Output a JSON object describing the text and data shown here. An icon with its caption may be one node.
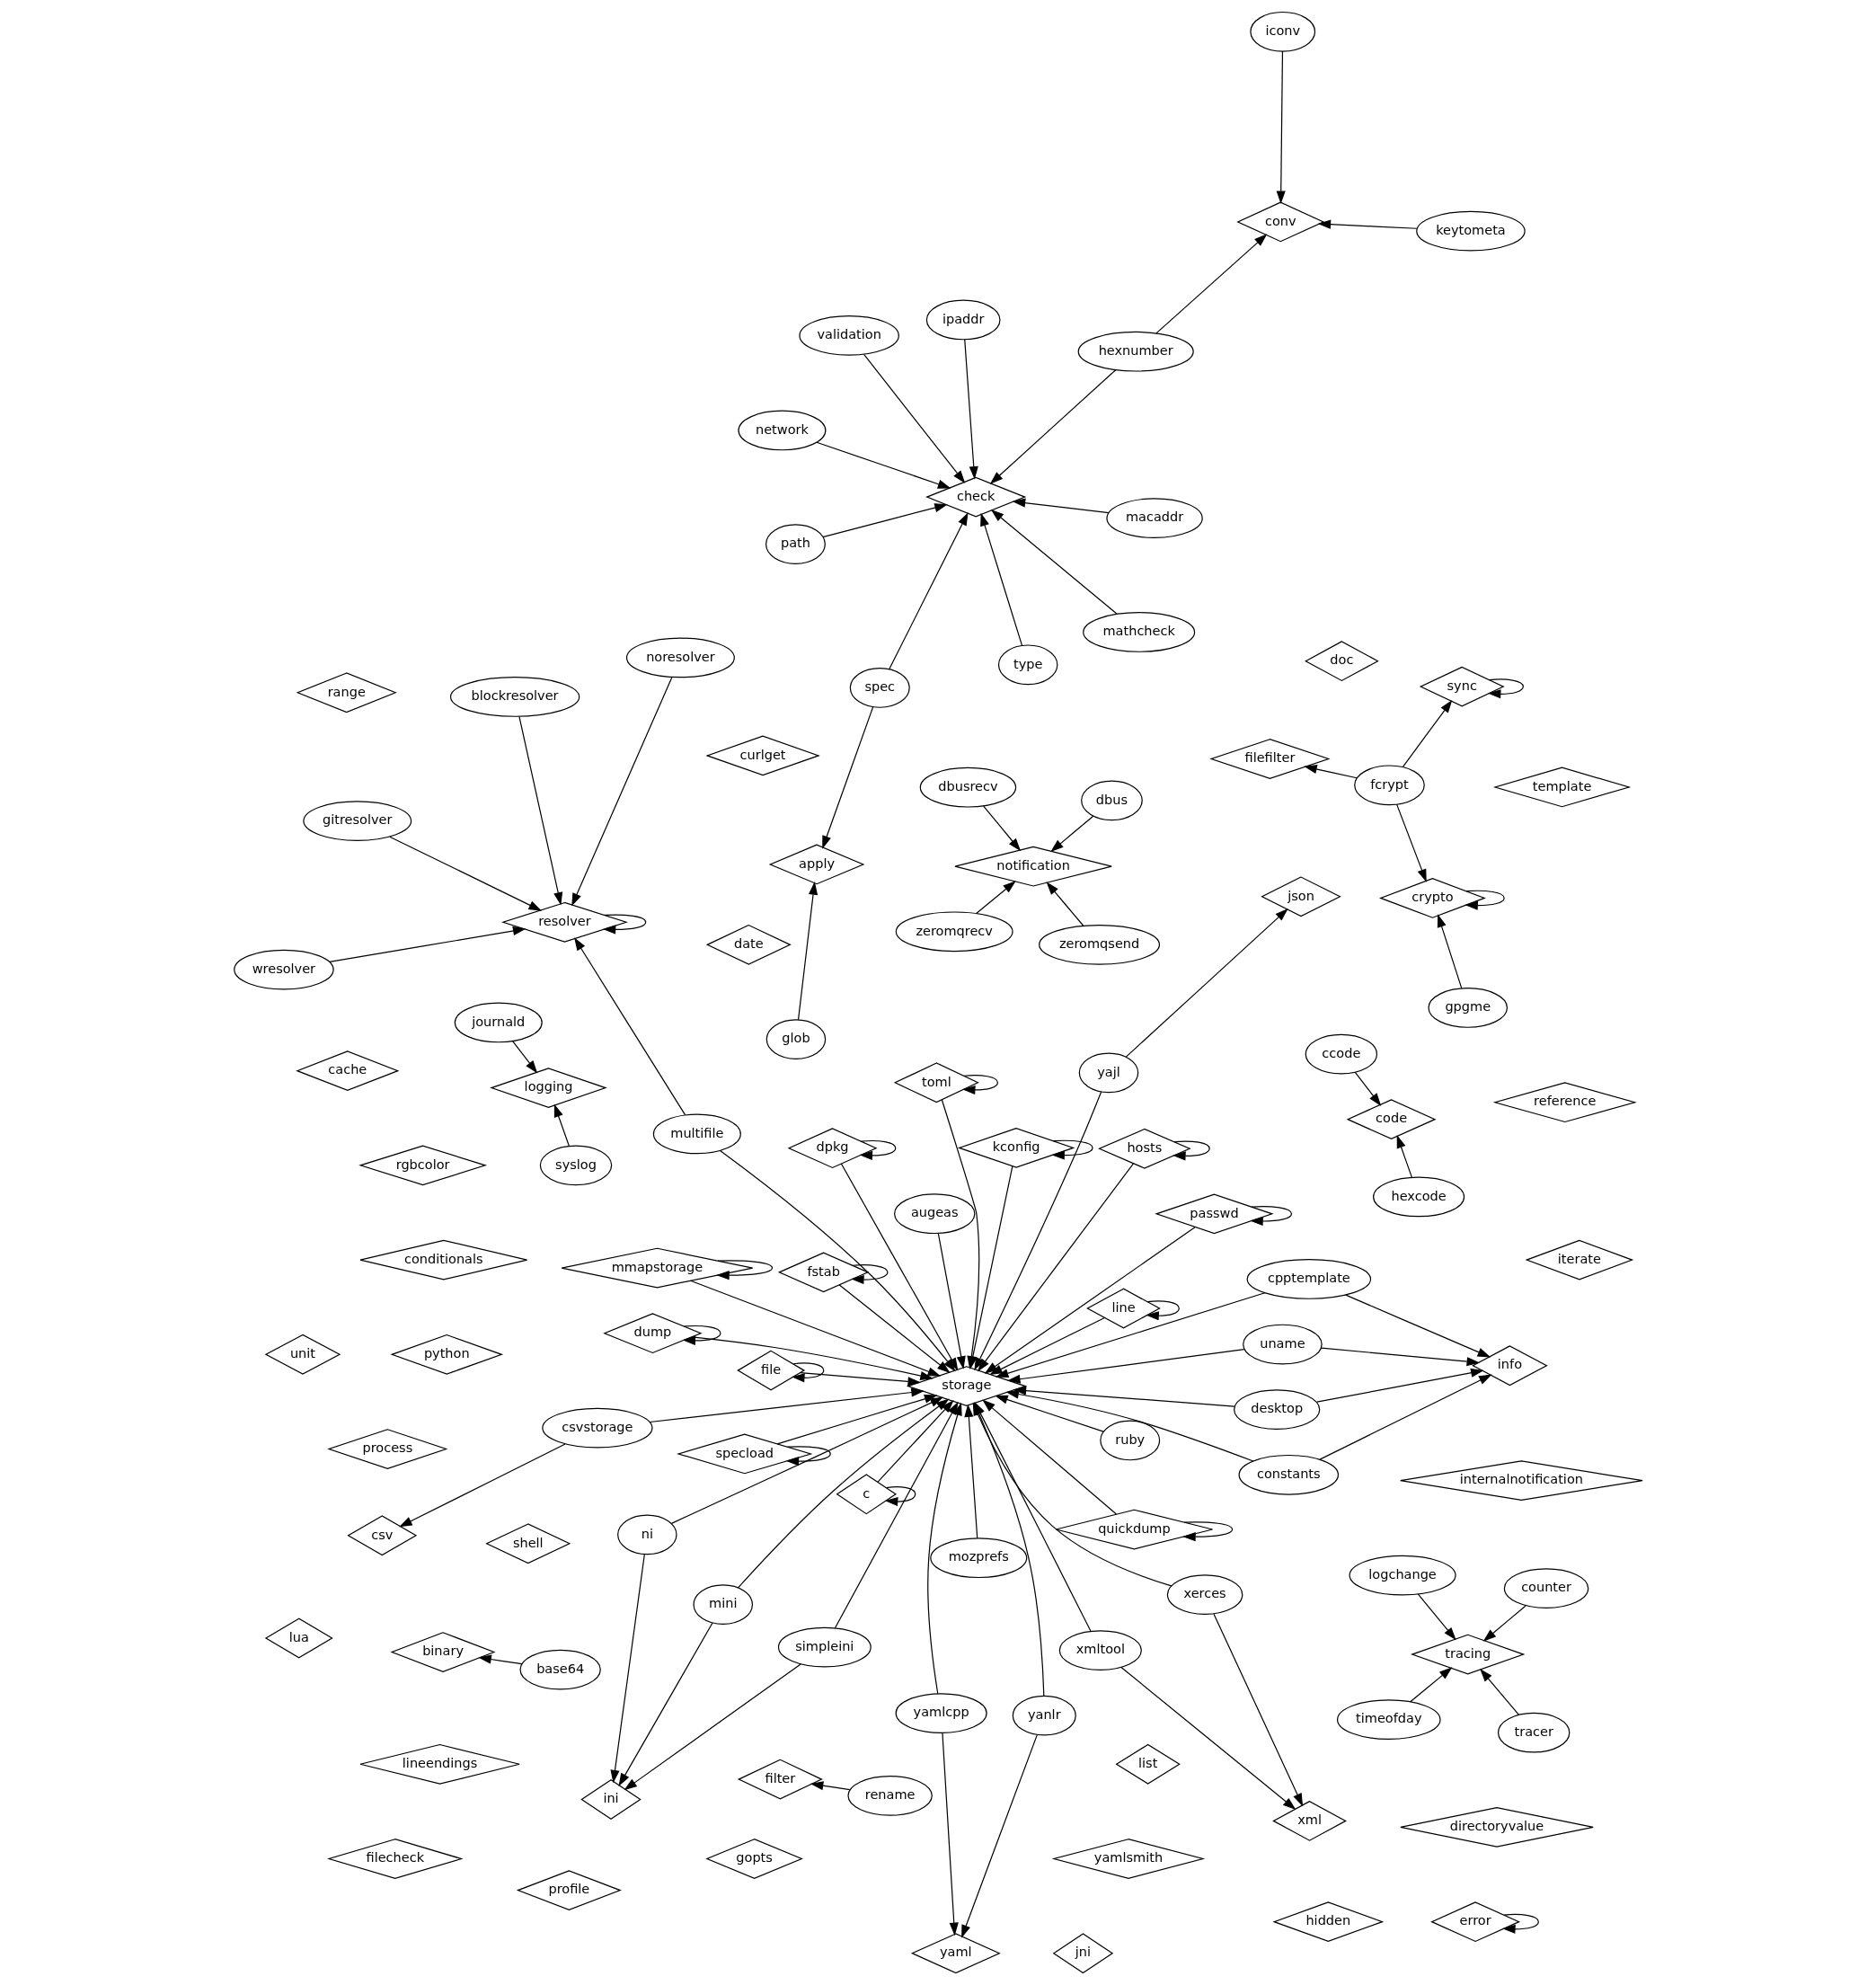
{
  "diagram": {
    "nodes": [
      {
        "text": [
          "ini"
        ]
      },
      {
        "text": [
          "xml"
        ]
      },
      {
        "text": [
          "simpleini"
        ]
      },
      {
        "text": [
          "dpkg"
        ]
      },
      {
        "text": [
          "mini"
        ]
      },
      {
        "text": [
          "dump"
        ]
      },
      {
        "text": [
          "xmltool"
        ]
      },
      {
        "text": [
          "mozprefs"
        ]
      },
      {
        "text": [
          "ni"
        ]
      },
      {
        "text": [
          "yaml"
        ]
      },
      {
        "text": [
          "xerces"
        ]
      },
      {
        "text": [
          "yamlcpp"
        ]
      },
      {
        "text": [
          "rgbcolor"
        ]
      },
      {
        "text": [
          "python"
        ]
      },
      {
        "text": [
          "ruby"
        ]
      },
      {
        "text": [
          "passwd"
        ]
      },
      {
        "text": [
          "toml"
        ]
      },
      {
        "text": [
          "gopts"
        ]
      },
      {
        "text": [
          "yanlr"
        ]
      },
      {
        "text": [
          "quickdump"
        ]
      },
      {
        "text": [
          "directoryvalue"
        ]
      },
      {
        "text": [
          "csv"
        ]
      },
      {
        "text": [
          "storage"
        ]
      },
      {
        "text": [
          "mmapstorage"
        ]
      },
      {
        "text": [
          "file"
        ]
      },
      {
        "text": [
          "csvstorage"
        ]
      },
      {
        "text": [
          "augeas"
        ]
      },
      {
        "text": [
          "list"
        ]
      },
      {
        "text": [
          "kconfig"
        ]
      },
      {
        "text": [
          "zeromqrecv"
        ]
      },
      {
        "text": [
          "zeromqsend"
        ]
      },
      {
        "text": [
          "cpptemplate"
        ]
      },
      {
        "text": [
          "range"
        ]
      },
      {
        "text": [
          "notification"
        ]
      },
      {
        "text": [
          "constants"
        ]
      },
      {
        "text": [
          "yajl"
        ]
      },
      {
        "text": [
          "fstab"
        ]
      },
      {
        "text": [
          "c"
        ]
      },
      {
        "text": [
          "conditionals"
        ]
      },
      {
        "text": [
          "desktop"
        ]
      },
      {
        "text": [
          "dbusrecv"
        ]
      },
      {
        "text": [
          "dbus"
        ]
      },
      {
        "text": [
          "uname"
        ]
      },
      {
        "text": [
          "line"
        ]
      },
      {
        "text": [
          "cache"
        ]
      },
      {
        "text": [
          "path"
        ]
      },
      {
        "text": [
          "specload"
        ]
      },
      {
        "text": [
          "json"
        ]
      },
      {
        "text": [
          "hosts"
        ]
      },
      {
        "text": [
          "macaddr"
        ]
      },
      {
        "text": [
          "type"
        ]
      },
      {
        "text": [
          "profile"
        ]
      },
      {
        "text": [
          "info"
        ]
      },
      {
        "text": [
          "lineendings"
        ]
      },
      {
        "text": [
          "validation"
        ]
      },
      {
        "text": [
          "ipaddr"
        ]
      },
      {
        "text": [
          "binary"
        ]
      },
      {
        "text": [
          "base64"
        ]
      },
      {
        "text": [
          "spec"
        ]
      },
      {
        "text": [
          "apply"
        ]
      },
      {
        "text": [
          "glob"
        ]
      },
      {
        "text": [
          "check"
        ]
      },
      {
        "text": [
          "filefilter"
        ]
      },
      {
        "text": [
          "hidden"
        ]
      },
      {
        "text": [
          "mathcheck"
        ]
      },
      {
        "text": [
          "hexnumber"
        ]
      },
      {
        "text": [
          "multifile"
        ]
      },
      {
        "text": [
          "filter"
        ]
      },
      {
        "text": [
          "rename"
        ]
      },
      {
        "text": [
          "network"
        ]
      },
      {
        "text": [
          "crypto"
        ]
      },
      {
        "text": [
          "conv"
        ]
      },
      {
        "text": [
          "gpgme"
        ]
      },
      {
        "text": [
          "fcrypt"
        ]
      },
      {
        "text": [
          "timeofday"
        ]
      },
      {
        "text": [
          "keytometa"
        ]
      },
      {
        "text": [
          "tracer"
        ]
      },
      {
        "text": [
          "doc"
        ]
      },
      {
        "text": [
          "curlget"
        ]
      },
      {
        "text": [
          "sync"
        ]
      },
      {
        "text": [
          "tracing"
        ]
      },
      {
        "text": [
          "ccode"
        ]
      },
      {
        "text": [
          "unit"
        ]
      },
      {
        "text": [
          "iconv"
        ]
      },
      {
        "text": [
          "logchange"
        ]
      },
      {
        "text": [
          "counter"
        ]
      },
      {
        "text": [
          "code"
        ]
      },
      {
        "text": [
          "journald"
        ]
      },
      {
        "text": [
          "lua"
        ]
      },
      {
        "text": [
          "filecheck"
        ]
      },
      {
        "text": [
          "hexcode"
        ]
      },
      {
        "text": [
          "jni"
        ]
      },
      {
        "text": [
          "logging"
        ]
      },
      {
        "text": [
          "internalnotification"
        ]
      },
      {
        "text": [
          "reference"
        ]
      },
      {
        "text": [
          "syslog"
        ]
      },
      {
        "text": [
          "template"
        ]
      },
      {
        "text": [
          "yamlsmith"
        ]
      },
      {
        "text": [
          "date"
        ]
      },
      {
        "text": [
          "error"
        ]
      },
      {
        "text": [
          "iterate"
        ]
      },
      {
        "text": [
          "process"
        ]
      },
      {
        "text": [
          "shell"
        ]
      },
      {
        "text": [
          "resolver"
        ]
      },
      {
        "text": [
          "gitresolver"
        ]
      },
      {
        "text": [
          "wresolver"
        ]
      },
      {
        "text": [
          "noresolver"
        ]
      },
      {
        "text": [
          "blockresolver"
        ]
      }
    ],
    "edges": [
      {
        "from": 2,
        "to": 0,
        "arrow": "to"
      },
      {
        "from": 4,
        "to": 0,
        "arrow": "to"
      },
      {
        "from": 8,
        "to": 0,
        "arrow": "to"
      },
      {
        "from": 6,
        "to": 1,
        "arrow": "to"
      },
      {
        "from": 10,
        "to": 1,
        "arrow": "to"
      },
      {
        "from": 11,
        "to": 9,
        "arrow": "to"
      },
      {
        "from": 18,
        "to": 9,
        "arrow": "to"
      },
      {
        "from": 3,
        "to": 3,
        "arrow": "to"
      },
      {
        "from": 5,
        "to": 5,
        "arrow": "to"
      },
      {
        "from": 16,
        "to": 16,
        "arrow": "to"
      },
      {
        "from": 15,
        "to": 15,
        "arrow": "to"
      },
      {
        "from": 19,
        "to": 19,
        "arrow": "to"
      },
      {
        "from": 23,
        "to": 23,
        "arrow": "to"
      },
      {
        "from": 24,
        "to": 24,
        "arrow": "to"
      },
      {
        "from": 28,
        "to": 28,
        "arrow": "to"
      },
      {
        "from": 36,
        "to": 36,
        "arrow": "to"
      },
      {
        "from": 37,
        "to": 37,
        "arrow": "to"
      },
      {
        "from": 43,
        "to": 43,
        "arrow": "to"
      },
      {
        "from": 46,
        "to": 46,
        "arrow": "to"
      },
      {
        "from": 48,
        "to": 48,
        "arrow": "to"
      },
      {
        "from": 70,
        "to": 70,
        "arrow": "to"
      },
      {
        "from": 79,
        "to": 79,
        "arrow": "to"
      },
      {
        "from": 99,
        "to": 99,
        "arrow": "to"
      },
      {
        "from": 103,
        "to": 103,
        "arrow": "to"
      },
      {
        "from": 8,
        "to": 22,
        "arrow": "to"
      },
      {
        "from": 4,
        "to": 22,
        "arrow": "to"
      },
      {
        "from": 2,
        "to": 22,
        "arrow": "to"
      },
      {
        "from": 7,
        "to": 22,
        "arrow": "to"
      },
      {
        "from": 3,
        "to": 22,
        "arrow": "to"
      },
      {
        "from": 5,
        "to": 22,
        "arrow": "to"
      },
      {
        "from": 6,
        "to": 22,
        "arrow": "to"
      },
      {
        "from": 10,
        "to": 22,
        "arrow": "to"
      },
      {
        "from": 14,
        "to": 22,
        "arrow": "to"
      },
      {
        "from": 15,
        "to": 22,
        "arrow": "to"
      },
      {
        "from": 19,
        "to": 22,
        "arrow": "to"
      },
      {
        "from": 25,
        "to": 22,
        "arrow": "to"
      },
      {
        "from": 26,
        "to": 22,
        "arrow": "to"
      },
      {
        "from": 16,
        "to": 22,
        "arrow": "to"
      },
      {
        "from": 11,
        "to": 22,
        "arrow": "to"
      },
      {
        "from": 18,
        "to": 22,
        "arrow": "to"
      },
      {
        "from": 23,
        "to": 22,
        "arrow": "to"
      },
      {
        "from": 24,
        "to": 22,
        "arrow": "to"
      },
      {
        "from": 28,
        "to": 22,
        "arrow": "to"
      },
      {
        "from": 35,
        "to": 22,
        "arrow": "to"
      },
      {
        "from": 36,
        "to": 22,
        "arrow": "to"
      },
      {
        "from": 37,
        "to": 22,
        "arrow": "to"
      },
      {
        "from": 46,
        "to": 22,
        "arrow": "to"
      },
      {
        "from": 48,
        "to": 22,
        "arrow": "to"
      },
      {
        "from": 43,
        "to": 22,
        "arrow": "to"
      },
      {
        "from": 66,
        "to": 22,
        "arrow": "to"
      },
      {
        "from": 39,
        "to": 22,
        "arrow": "to"
      },
      {
        "from": 42,
        "to": 22,
        "arrow": "to"
      },
      {
        "from": 34,
        "to": 22,
        "arrow": "to"
      },
      {
        "from": 31,
        "to": 22,
        "arrow": "to"
      },
      {
        "from": 25,
        "to": 21,
        "arrow": "to"
      },
      {
        "from": 35,
        "to": 47,
        "arrow": "to"
      },
      {
        "from": 29,
        "to": 33,
        "arrow": "to"
      },
      {
        "from": 30,
        "to": 33,
        "arrow": "to"
      },
      {
        "from": 40,
        "to": 33,
        "arrow": "to"
      },
      {
        "from": 41,
        "to": 33,
        "arrow": "to"
      },
      {
        "from": 31,
        "to": 52,
        "arrow": "to"
      },
      {
        "from": 34,
        "to": 52,
        "arrow": "to"
      },
      {
        "from": 39,
        "to": 52,
        "arrow": "to"
      },
      {
        "from": 42,
        "to": 52,
        "arrow": "to"
      },
      {
        "from": 49,
        "to": 61,
        "arrow": "to"
      },
      {
        "from": 45,
        "to": 61,
        "arrow": "to"
      },
      {
        "from": 50,
        "to": 61,
        "arrow": "to"
      },
      {
        "from": 54,
        "to": 61,
        "arrow": "to"
      },
      {
        "from": 55,
        "to": 61,
        "arrow": "to"
      },
      {
        "from": 58,
        "to": 61,
        "arrow": "to"
      },
      {
        "from": 64,
        "to": 61,
        "arrow": "to"
      },
      {
        "from": 65,
        "to": 61,
        "arrow": "to"
      },
      {
        "from": 69,
        "to": 61,
        "arrow": "to"
      },
      {
        "from": 58,
        "to": 59,
        "arrow": "to"
      },
      {
        "from": 60,
        "to": 59,
        "arrow": "to"
      },
      {
        "from": 57,
        "to": 56,
        "arrow": "to"
      },
      {
        "from": 68,
        "to": 67,
        "arrow": "to"
      },
      {
        "from": 65,
        "to": 71,
        "arrow": "to"
      },
      {
        "from": 75,
        "to": 71,
        "arrow": "to"
      },
      {
        "from": 83,
        "to": 71,
        "arrow": "to"
      },
      {
        "from": 73,
        "to": 62,
        "arrow": "to"
      },
      {
        "from": 73,
        "to": 70,
        "arrow": "to"
      },
      {
        "from": 72,
        "to": 70,
        "arrow": "to"
      },
      {
        "from": 73,
        "to": 79,
        "arrow": "to"
      },
      {
        "from": 74,
        "to": 80,
        "arrow": "to"
      },
      {
        "from": 76,
        "to": 80,
        "arrow": "to"
      },
      {
        "from": 84,
        "to": 80,
        "arrow": "to"
      },
      {
        "from": 85,
        "to": 80,
        "arrow": "to"
      },
      {
        "from": 81,
        "to": 86,
        "arrow": "to"
      },
      {
        "from": 90,
        "to": 86,
        "arrow": "to"
      },
      {
        "from": 87,
        "to": 92,
        "arrow": "to"
      },
      {
        "from": 95,
        "to": 92,
        "arrow": "to"
      },
      {
        "from": 66,
        "to": 103,
        "arrow": "to"
      },
      {
        "from": 105,
        "to": 103,
        "arrow": "to"
      },
      {
        "from": 106,
        "to": 103,
        "arrow": "to"
      },
      {
        "from": 107,
        "to": 103,
        "arrow": "to"
      },
      {
        "from": 104,
        "to": 103,
        "arrow": "to"
      }
    ]
  }
}
